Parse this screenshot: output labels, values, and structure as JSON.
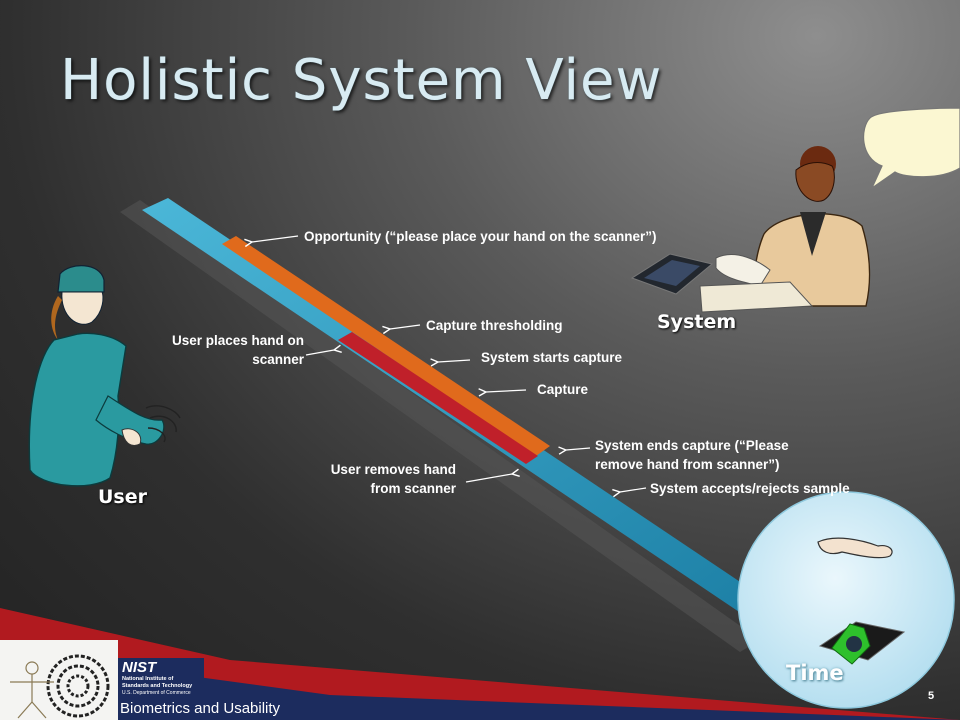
{
  "slide": {
    "title": "Holistic System View",
    "page_number": "5",
    "footer": {
      "text": "Biometrics and Usability",
      "logo": {
        "abbr": "NIST",
        "lines": [
          "National Institute of",
          "Standards and Technology",
          "U.S. Department of Commerce"
        ]
      }
    }
  },
  "actors": {
    "user": "User",
    "system": "System",
    "time": "Time"
  },
  "timeline": {
    "events": [
      {
        "id": "opportunity",
        "text": "Opportunity (“please place your hand on the scanner”)"
      },
      {
        "id": "capture-thresholding",
        "text": "Capture thresholding"
      },
      {
        "id": "user-places-hand",
        "lines": [
          "User places hand on",
          "scanner"
        ]
      },
      {
        "id": "system-starts-capture",
        "text": "System starts capture"
      },
      {
        "id": "capture",
        "text": "Capture"
      },
      {
        "id": "system-ends-capture",
        "lines": [
          "System ends capture (“Please",
          "remove hand from scanner”)"
        ]
      },
      {
        "id": "user-removes-hand",
        "lines": [
          "User removes hand",
          "from scanner"
        ]
      },
      {
        "id": "system-accepts-rejects",
        "text": "System accepts/rejects sample"
      }
    ]
  },
  "colors": {
    "timeline_blue": "#2e9fc4",
    "opportunity_orange": "#e06a1c",
    "capture_red": "#c0202a",
    "footer_red": "#b11a1f",
    "footer_navy": "#1c2c5e"
  }
}
